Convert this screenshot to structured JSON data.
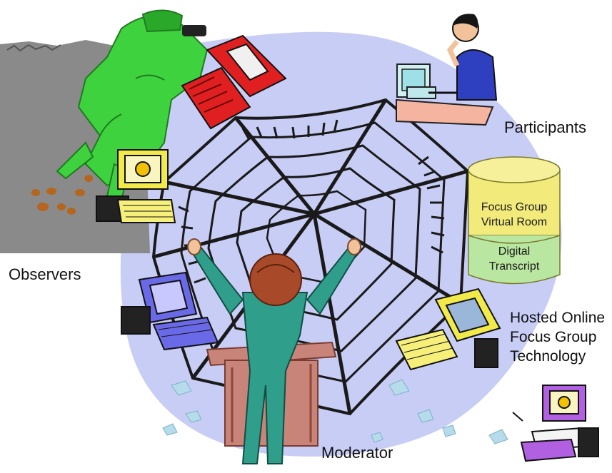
{
  "labels": {
    "participants": "Participants",
    "observers": "Observers",
    "moderator": "Moderator",
    "hosted_line1": "Hosted Online",
    "hosted_line2": "Focus Group",
    "hosted_line3": "Technology"
  },
  "database": {
    "top_line1": "Focus Group",
    "top_line2": "Virtual Room",
    "bottom_line1": "Digital",
    "bottom_line2": "Transcript"
  },
  "colors": {
    "background_blob": "#c8cdf6",
    "observer_figure": "#3fd23f",
    "gray_backdrop": "#8a8a8a",
    "web": "#1a1a1a",
    "cylinder_top": "#f2ea7a",
    "cylinder_bottom": "#b9e6a0",
    "moderator_shirt": "#2f9e8a",
    "moderator_hair": "#a84a2a",
    "podium": "#c9847a",
    "red_computer": "#e02020",
    "yellow_computer": "#f2ea4a",
    "blue_computer": "#6a6ae8",
    "purple_computer": "#b060e0"
  },
  "icons": [
    "participant-at-computer-icon",
    "observer-with-binoculars-icon",
    "moderator-figure-icon",
    "spider-web-icon",
    "database-cylinder-icon",
    "red-computer-icon",
    "yellow-computer-icon",
    "blue-computer-icon",
    "purple-computer-icon"
  ]
}
